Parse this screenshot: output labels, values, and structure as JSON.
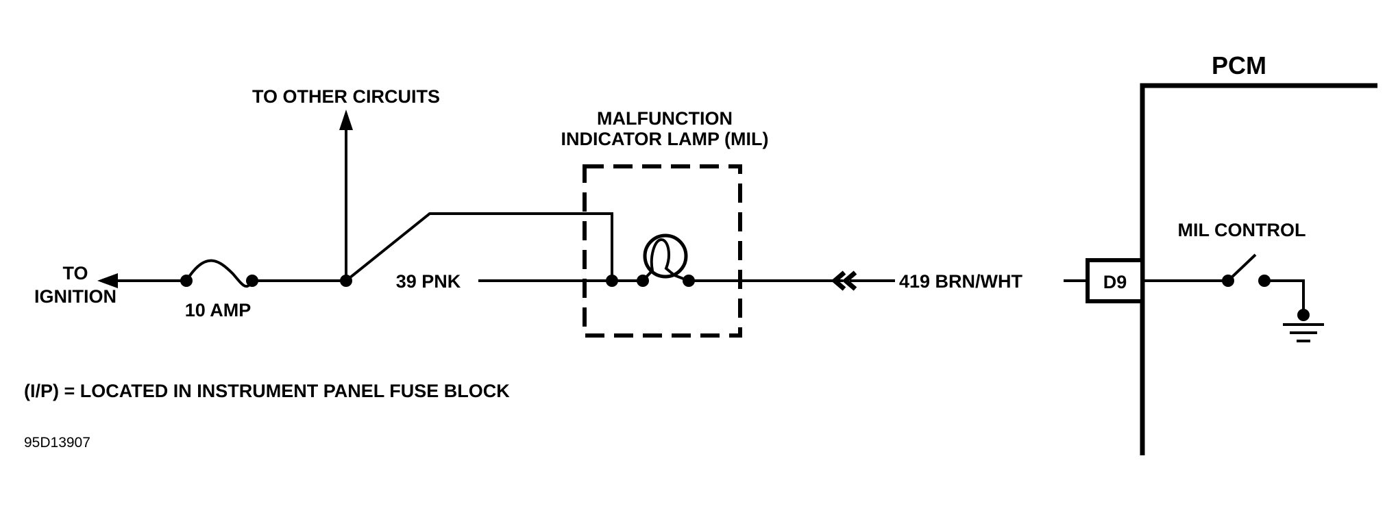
{
  "labels": {
    "to_ignition_line1": "TO",
    "to_ignition_line2": "IGNITION",
    "fuse_rating": "10 AMP",
    "to_other_circuits": "TO OTHER CIRCUITS",
    "wire_39": "39 PNK",
    "mil_title_line1": "MALFUNCTION",
    "mil_title_line2": "INDICATOR LAMP (MIL)",
    "wire_419": "419 BRN/WHT",
    "pcm": "PCM",
    "connector_pin": "D9",
    "mil_control": "MIL CONTROL",
    "note": "(I/P) = LOCATED IN INSTRUMENT PANEL FUSE BLOCK",
    "figure_id": "95D13907"
  },
  "icons": [
    "arrow-left-icon",
    "fuse-icon",
    "arrow-up-icon",
    "lamp-icon",
    "connector-icon",
    "switch-icon",
    "ground-icon"
  ],
  "colors": {
    "ink": "#000000",
    "background": "#ffffff"
  }
}
